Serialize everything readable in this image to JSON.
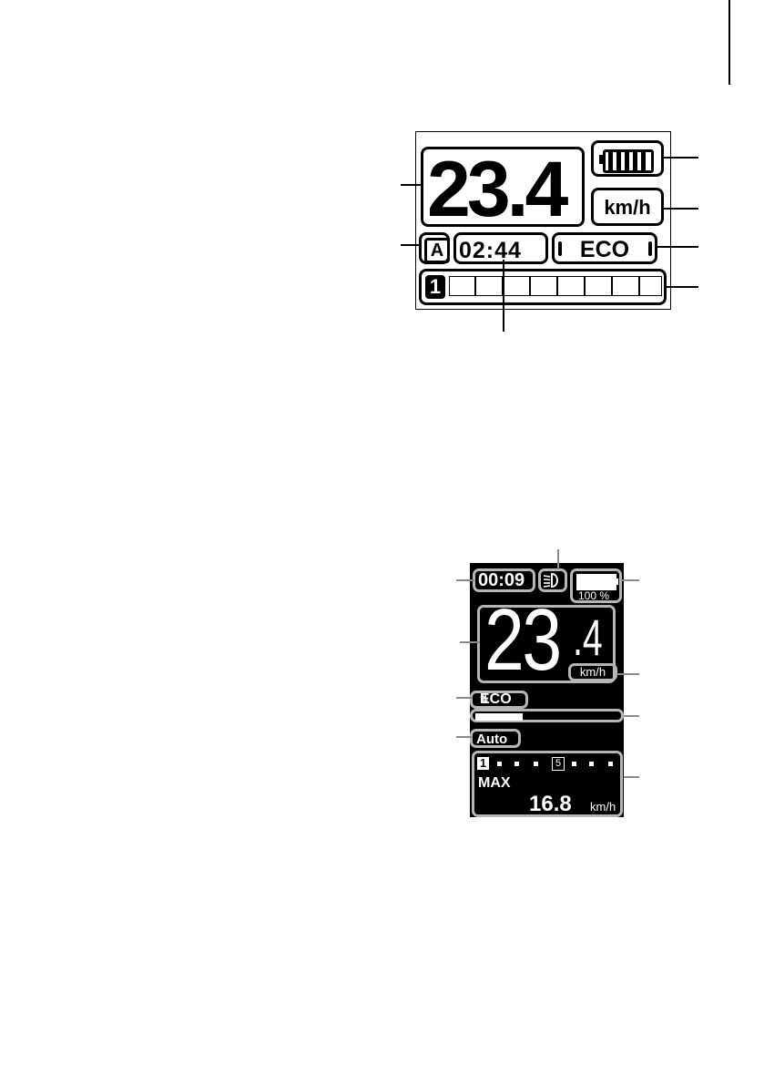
{
  "display1": {
    "speed": "23.4",
    "speed_unit": "km/h",
    "assist_indicator": "A",
    "trip_time": "02:44",
    "assist_mode": "ECO",
    "gear": "1",
    "battery_icon": "battery-full-icon",
    "gear_segments_total": 8
  },
  "display2": {
    "trip_time": "00:09",
    "light_icon": "headlight-icon",
    "battery_percent": "100 %",
    "speed_integer": "23",
    "speed_decimal": ".4",
    "speed_unit": "km/h",
    "assist_mode": "ECO",
    "assist_level_fraction": 0.33,
    "shift_mode": "Auto",
    "gear_current": "1",
    "gear_marked": "5",
    "max_label": "MAX",
    "max_speed": "16.8",
    "max_speed_unit": "km/h",
    "colors": {
      "screen": "#000000",
      "callout_border": "#b5b5b5"
    }
  }
}
